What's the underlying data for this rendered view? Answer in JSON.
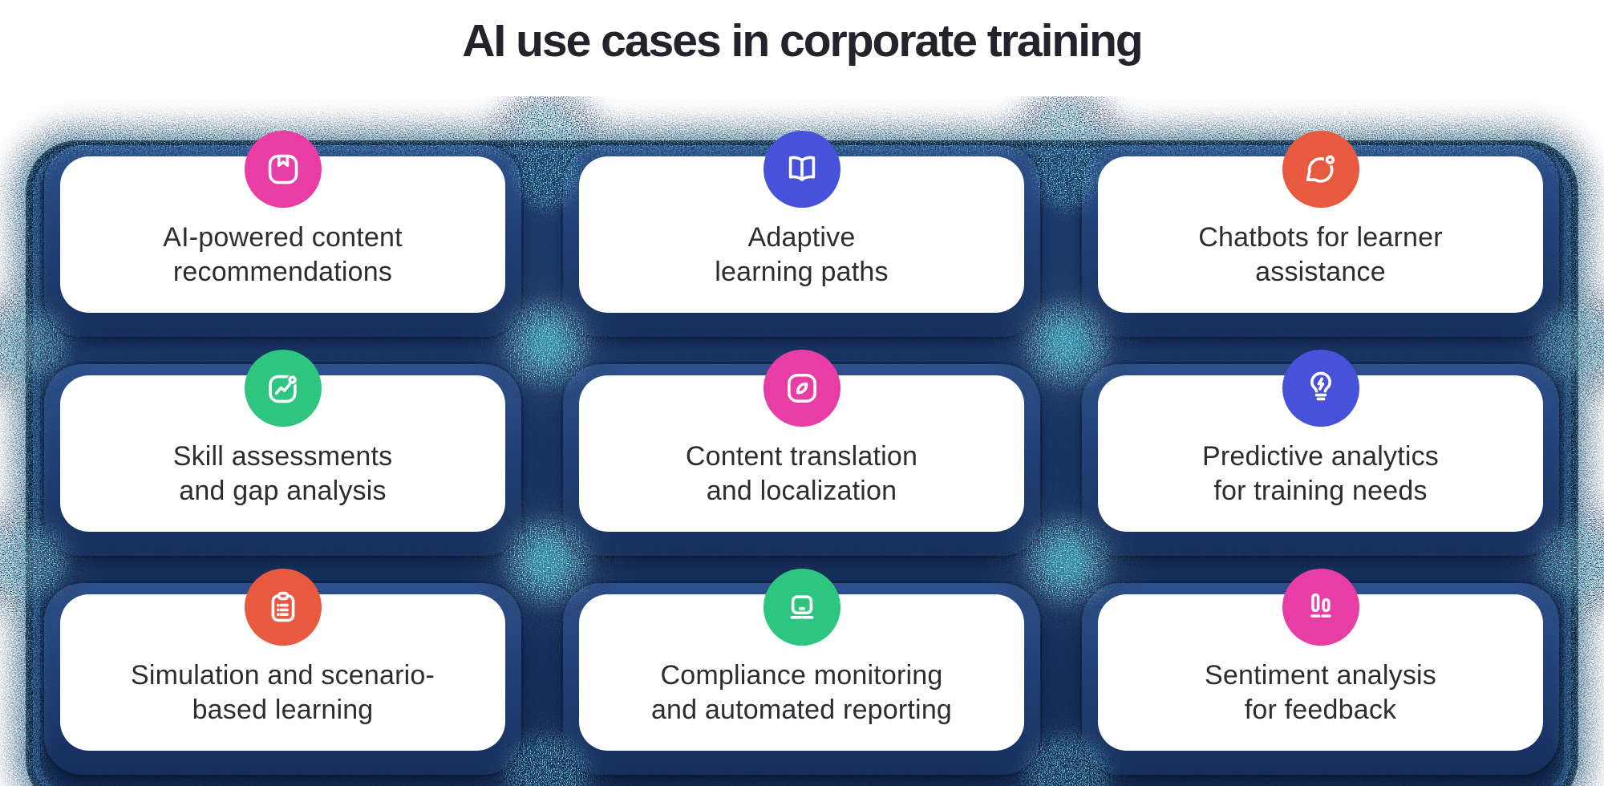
{
  "title": "AI use cases in corporate training",
  "cards": [
    {
      "label": "AI-powered content\nrecommendations",
      "icon": "bookmark-square",
      "color": "#E83DA5"
    },
    {
      "label": "Adaptive\nlearning paths",
      "icon": "open-book",
      "color": "#4751D9"
    },
    {
      "label": "Chatbots for learner\nassistance",
      "icon": "chat-bubble",
      "color": "#E75A3F"
    },
    {
      "label": "Skill assessments\nand gap analysis",
      "icon": "trend-chart",
      "color": "#2EC581"
    },
    {
      "label": "Content translation\nand localization",
      "icon": "leaf-square",
      "color": "#E83DA5"
    },
    {
      "label": "Predictive analytics\nfor training needs",
      "icon": "lightbulb-bolt",
      "color": "#4751D9"
    },
    {
      "label": "Simulation and scenario-\nbased learning",
      "icon": "clipboard-list",
      "color": "#E75A3F"
    },
    {
      "label": "Compliance monitoring\nand automated reporting",
      "icon": "laptop",
      "color": "#2EC581"
    },
    {
      "label": "Sentiment analysis\nfor feedback",
      "icon": "bar-chart",
      "color": "#E83DA5"
    }
  ],
  "palette": {
    "panel_navy": "#16315F",
    "plate_navy": "#2E5190",
    "dark_rim": "#0D1F48",
    "sparkle_cyan": "#35E6F0",
    "card_white": "#FFFFFF",
    "title_text": "#22232B",
    "card_text": "#2D2D31"
  }
}
